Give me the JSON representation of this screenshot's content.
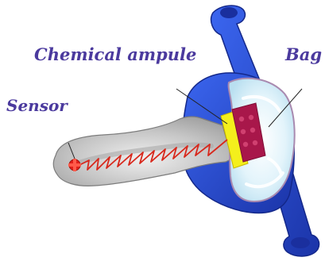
{
  "labels": {
    "chemical_ampule": "Chemical ampule",
    "bag": "Bag",
    "sensor": "Sensor"
  },
  "colors": {
    "label_text": "#4b3a9e",
    "handle_blue": "#2649d6",
    "handle_dark": "#1b34a8",
    "tube_fill": "#c6c6c6",
    "tube_outline": "#8a8a8a",
    "bag_fill": "#e2f3fb",
    "bag_outline": "#a98ab0",
    "ampule_yellow": "#f4f01c",
    "ampule_red": "#a8174a",
    "wire_red": "#d8281c",
    "sensor_red": "#e0201a"
  },
  "icons": {
    "sensor": "red-cross-sensor-icon"
  }
}
